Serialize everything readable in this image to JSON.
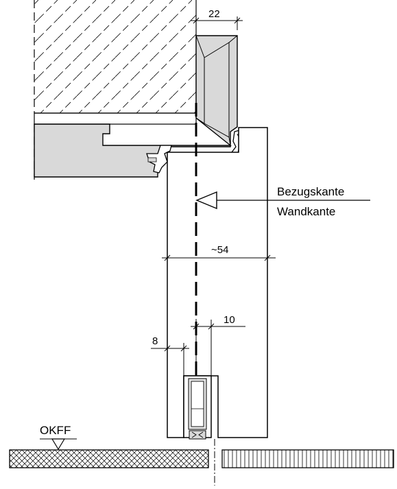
{
  "dimensions": {
    "top": "22",
    "width": "~54",
    "gap": "10",
    "offset": "8"
  },
  "labels": {
    "reference_edge": "Bezugskante",
    "wall_edge": "Wandkante",
    "floor_level": "OKFF"
  },
  "colors": {
    "line": "#000000",
    "profile_fill": "#d9d9d9",
    "background": "#ffffff"
  }
}
